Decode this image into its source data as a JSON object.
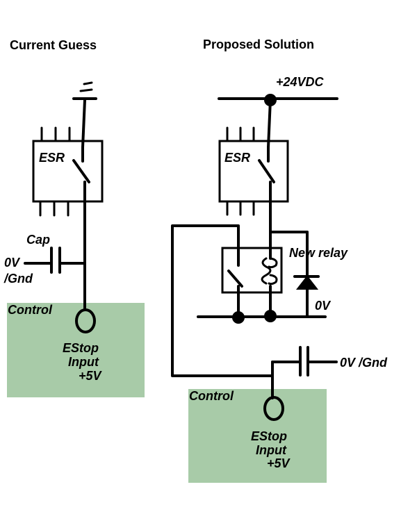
{
  "titles": {
    "left": "Current Guess",
    "right": "Proposed Solution"
  },
  "left": {
    "esr_label": "ESR",
    "cap_label": "Cap",
    "ground_label_1": "0V",
    "ground_label_2": "/Gnd",
    "control_label": "Control",
    "estop_line_1": "EStop",
    "estop_line_2": "Input",
    "estop_line_3": "+5V"
  },
  "right": {
    "supply_label": "+24VDC",
    "esr_label": "ESR",
    "relay_label": "New relay",
    "zero_v_label": "0V",
    "cap_ground_label": "0V /Gnd",
    "control_label": "Control",
    "estop_line_1": "EStop",
    "estop_line_2": "Input",
    "estop_line_3": "+5V"
  },
  "colors": {
    "control_fill": "#a8cba8",
    "wire": "#000000",
    "background": "#ffffff"
  }
}
